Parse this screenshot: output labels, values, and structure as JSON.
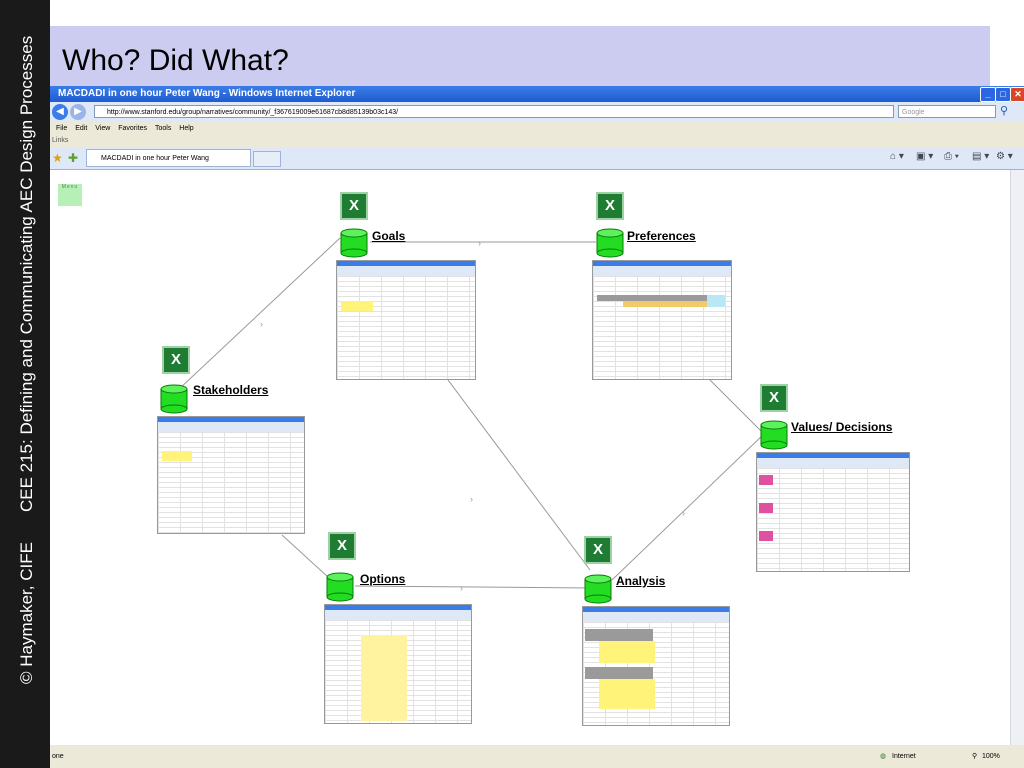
{
  "slide": {
    "title": "Who? Did What?",
    "sidebar_course": "CEE 215: Defining and Communicating AEC Design Processes",
    "sidebar_author": "© Haymaker, CIFE"
  },
  "browser": {
    "window_title": "MACDADI in one hour Peter Wang - Windows Internet Explorer",
    "address": "http://www.stanford.edu/group/narratives/community/_f367619009e61687cb8d85139b03c143/",
    "search_placeholder": "Google",
    "menu": [
      "File",
      "Edit",
      "View",
      "Favorites",
      "Tools",
      "Help"
    ],
    "links_label": "Links",
    "tab_label": "MACDADI in one hour Peter Wang",
    "status_left": "one",
    "status_zone": "Internet",
    "zoom": "100%"
  },
  "page": {
    "menu_label": "Menu",
    "nodes": {
      "goals": "Goals",
      "preferences": "Preferences",
      "stakeholders": "Stakeholders",
      "values": "Values/ Decisions",
      "options": "Options",
      "analysis": "Analysis"
    }
  },
  "colors": {
    "title_band": "#ccccf0",
    "sidebar": "#1a1a1a",
    "node_green": "#22dd22",
    "excel_green": "#1f7d33"
  }
}
